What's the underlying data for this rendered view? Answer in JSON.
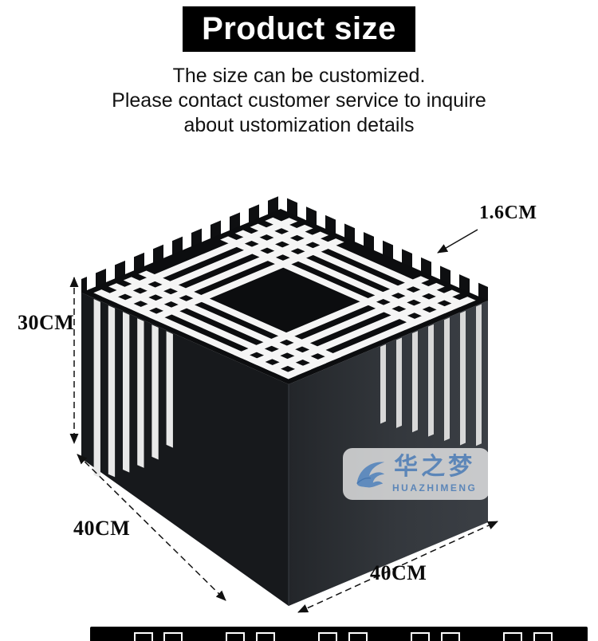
{
  "header": {
    "title": "Product size",
    "subtitle_lines": [
      "The size can be customized.",
      "Please contact customer service to inquire",
      "about ustomization details"
    ]
  },
  "figure": {
    "product": "black slotted cube render",
    "dimensions": {
      "slot_width": "1.6CM",
      "height": "30CM",
      "depth": "40CM",
      "width": "40CM"
    },
    "watermark": {
      "name_cn": "华之梦",
      "name_en": "HUAZHIMENG"
    }
  },
  "colors": {
    "title_bg": "#000000",
    "title_text": "#ffffff",
    "body_text": "#111111",
    "cube_top": "#0c0d0f",
    "cube_left": "#17191c",
    "cube_right_light": "#3b3f45",
    "cube_right_dark": "#23262a",
    "slot_light": "#f5f5f5",
    "dimension_text": "#0a0a0a",
    "watermark_blue": "#5c86b8"
  }
}
